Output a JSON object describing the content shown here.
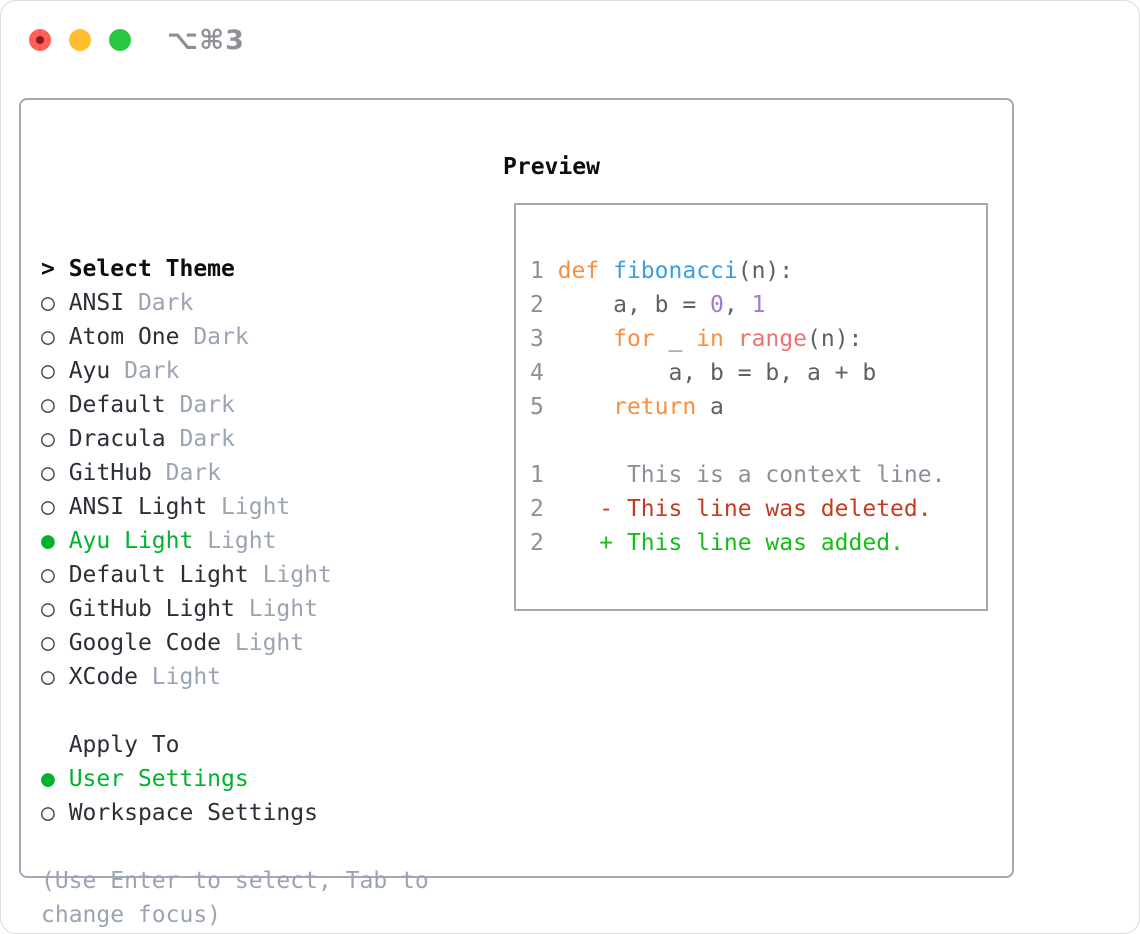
{
  "window": {
    "title": "⌥⌘3",
    "traffic_lights": [
      {
        "name": "close",
        "color": "#ff5f57"
      },
      {
        "name": "minimize",
        "color": "#febc2e"
      },
      {
        "name": "zoom",
        "color": "#28c840"
      }
    ]
  },
  "theme_menu": {
    "header": "Select Theme",
    "header_marker": ">",
    "unselected_marker": "○",
    "selected_marker": "●",
    "items": [
      {
        "name": "ANSI",
        "variant": "Dark",
        "selected": false
      },
      {
        "name": "Atom One",
        "variant": "Dark",
        "selected": false
      },
      {
        "name": "Ayu",
        "variant": "Dark",
        "selected": false
      },
      {
        "name": "Default",
        "variant": "Dark",
        "selected": false
      },
      {
        "name": "Dracula",
        "variant": "Dark",
        "selected": false
      },
      {
        "name": "GitHub",
        "variant": "Dark",
        "selected": false
      },
      {
        "name": "ANSI Light",
        "variant": "Light",
        "selected": false
      },
      {
        "name": "Ayu Light",
        "variant": "Light",
        "selected": true
      },
      {
        "name": "Default Light",
        "variant": "Light",
        "selected": false
      },
      {
        "name": "GitHub Light",
        "variant": "Light",
        "selected": false
      },
      {
        "name": "Google Code",
        "variant": "Light",
        "selected": false
      },
      {
        "name": "XCode",
        "variant": "Light",
        "selected": false
      }
    ]
  },
  "apply_to": {
    "header": "Apply To",
    "options": [
      {
        "label": "User Settings",
        "selected": true
      },
      {
        "label": "Workspace Settings",
        "selected": false
      }
    ]
  },
  "help_lines": [
    "(Use Enter to select, Tab to",
    "change focus)"
  ],
  "preview": {
    "header": "Preview",
    "code_lines": [
      {
        "ln": "1",
        "segs": [
          {
            "c": "kw",
            "t": "def"
          },
          {
            "c": "pl",
            "t": " "
          },
          {
            "c": "fn",
            "t": "fibonacci"
          },
          {
            "c": "pl",
            "t": "(n):"
          }
        ]
      },
      {
        "ln": "2",
        "segs": [
          {
            "c": "pl",
            "t": "    a, b = "
          },
          {
            "c": "numl",
            "t": "0"
          },
          {
            "c": "pl",
            "t": ", "
          },
          {
            "c": "numl",
            "t": "1"
          }
        ]
      },
      {
        "ln": "3",
        "segs": [
          {
            "c": "pl",
            "t": "    "
          },
          {
            "c": "kw",
            "t": "for"
          },
          {
            "c": "pl",
            "t": " _ "
          },
          {
            "c": "kw",
            "t": "in"
          },
          {
            "c": "pl",
            "t": " "
          },
          {
            "c": "call",
            "t": "range"
          },
          {
            "c": "pl",
            "t": "(n):"
          }
        ]
      },
      {
        "ln": "4",
        "segs": [
          {
            "c": "pl",
            "t": "        a, b = b, a + b"
          }
        ]
      },
      {
        "ln": "5",
        "segs": [
          {
            "c": "pl",
            "t": "    "
          },
          {
            "c": "kw",
            "t": "return"
          },
          {
            "c": "pl",
            "t": " a"
          }
        ]
      },
      {
        "ln": "",
        "segs": []
      },
      {
        "ln": "1",
        "segs": [
          {
            "c": "ctx",
            "t": "     This is a context line."
          }
        ]
      },
      {
        "ln": "2",
        "segs": [
          {
            "c": "del",
            "t": "   - This line was deleted."
          }
        ]
      },
      {
        "ln": "2",
        "segs": [
          {
            "c": "add",
            "t": "   + This line was added."
          }
        ]
      }
    ]
  },
  "colors": {
    "selected_green": "#00b22e",
    "diff_added_green": "#16bd16",
    "diff_deleted_red": "#c53b22",
    "diff_context_gray": "#8a9199",
    "syntax_keyword_orange": "#fa8d3e",
    "syntax_function_blue": "#399ee6",
    "syntax_number_purple": "#a37acc",
    "syntax_call_salmon": "#f07171",
    "code_text": "#5c6166",
    "line_number_gray": "#8a9199",
    "muted_gray": "#9aa4b2",
    "panel_border": "#a2a9b4"
  }
}
